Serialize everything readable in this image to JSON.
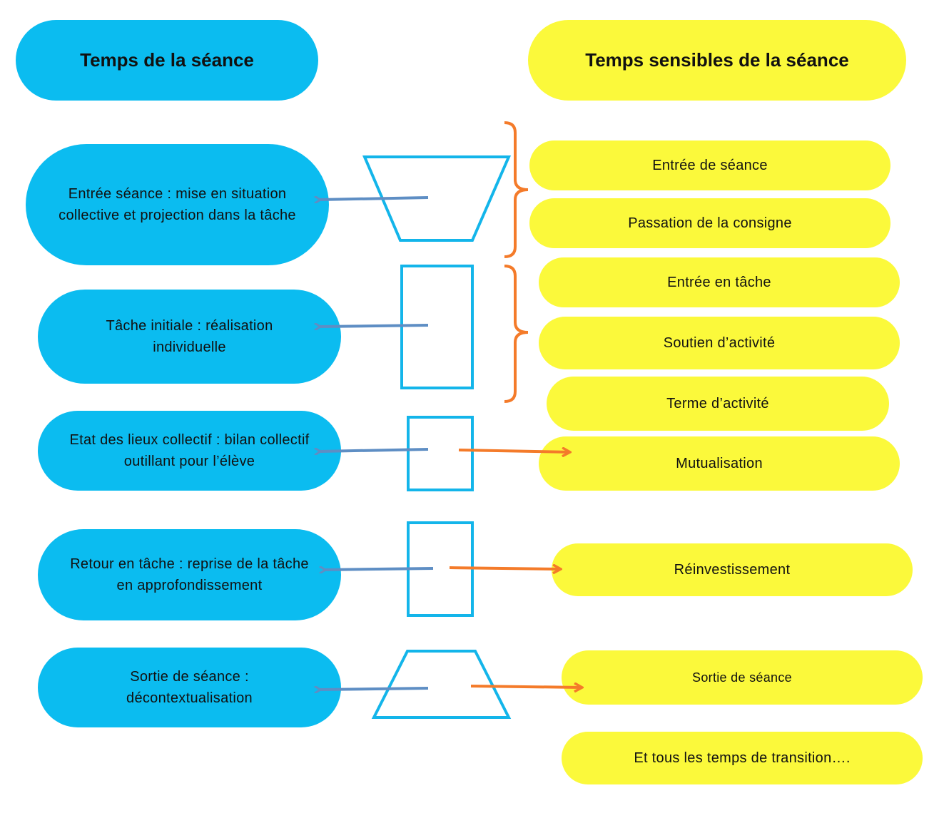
{
  "headers": {
    "left": "Temps de la séance",
    "right": "Temps sensibles  de la séance"
  },
  "phases": [
    {
      "text": "Entrée séance : mise en situation collective et projection dans la tâche"
    },
    {
      "text": "Tâche initiale : réalisation individuelle"
    },
    {
      "text": "Etat des lieux collectif : bilan collectif outillant pour l’élève"
    },
    {
      "text": "Retour en tâche : reprise de la tâche en approfondissement"
    },
    {
      "text": "Sortie de séance : décontextualisation"
    }
  ],
  "sensitive_times": [
    {
      "text": "Entrée de séance"
    },
    {
      "text": "Passation de la consigne"
    },
    {
      "text": "Entrée en tâche"
    },
    {
      "text": "Soutien d’activité"
    },
    {
      "text": "Terme d’activité"
    },
    {
      "text": "Mutualisation"
    },
    {
      "text": "Réinvestissement"
    },
    {
      "text": "Sortie de séance"
    },
    {
      "text": "Et tous les temps de transition…."
    }
  ],
  "colors": {
    "blue_pill": "#0bbcf0",
    "yellow_pill": "#fbf93b",
    "shape_stroke": "#13b5ea",
    "arrow_left": "#5e8ec4",
    "arrow_right": "#f47b2a",
    "bracket": "#f47b2a"
  }
}
